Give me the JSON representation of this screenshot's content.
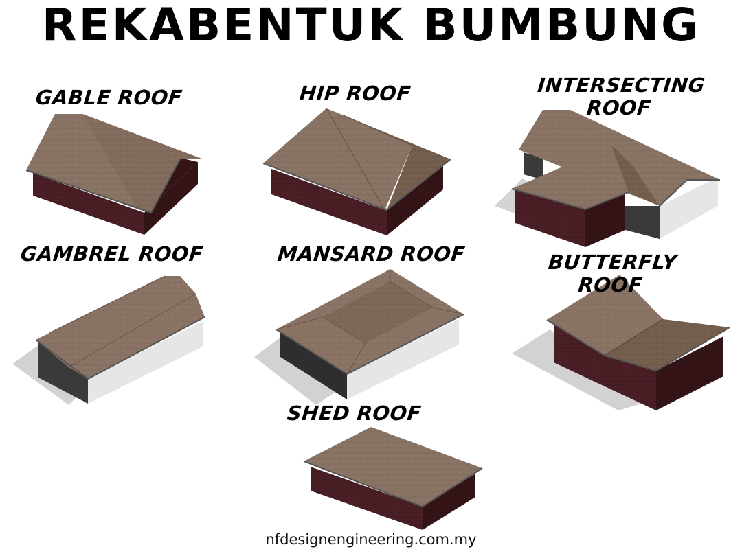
{
  "title": "REKABENTUK BUMBUNG",
  "roofs": [
    {
      "id": "gable",
      "label": "GABLE ROOF"
    },
    {
      "id": "hip",
      "label": "HIP ROOF"
    },
    {
      "id": "intersecting",
      "label": "INTERSECTING",
      "label2": "ROOF"
    },
    {
      "id": "gambrel",
      "label": "GAMBREL ROOF"
    },
    {
      "id": "mansard",
      "label": "MANSARD ROOF"
    },
    {
      "id": "butterfly",
      "label": "BUTTERFLY",
      "label2": "ROOF"
    },
    {
      "id": "shed",
      "label": "SHED ROOF"
    }
  ],
  "footer": "nfdesignengineering.com.my",
  "colors": {
    "roof_shingle": "#8a7466",
    "roof_shingle_dark": "#6f5a4d",
    "brick_wall": "#4a1f26",
    "white_wall": "#e4e4e4",
    "shadow": "#d0d0d0"
  }
}
